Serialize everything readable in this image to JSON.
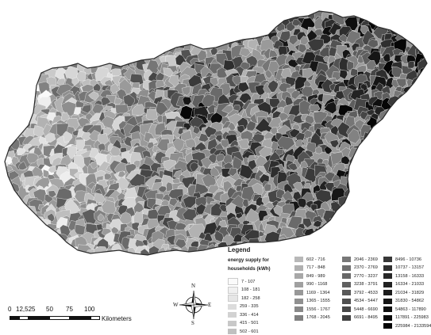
{
  "map": {
    "region": "Hungary",
    "palette": [
      "#fafafa",
      "#eeeeee",
      "#e2e2e2",
      "#d6d6d6",
      "#cacaca",
      "#bebebe",
      "#b2b2b2",
      "#a6a6a6",
      "#9a9a9a",
      "#8e8e8e",
      "#828282",
      "#767676",
      "#6a6a6a",
      "#5e5e5e",
      "#525252",
      "#464646",
      "#3a3a3a",
      "#2e2e2e",
      "#222222",
      "#161616",
      "#0e0e0e",
      "#060606"
    ],
    "outline_color": "#2a2a2a"
  },
  "legend": {
    "title": "Legend",
    "subtitle": "energy supply for households (kWh)",
    "classes": [
      {
        "label": "7 - 107",
        "color": "#fafafa"
      },
      {
        "label": "108 - 181",
        "color": "#f0f0f0"
      },
      {
        "label": "182 - 258",
        "color": "#e6e6e6"
      },
      {
        "label": "259 - 335",
        "color": "#dcdcdc"
      },
      {
        "label": "336 - 414",
        "color": "#d2d2d2"
      },
      {
        "label": "415 - 501",
        "color": "#c8c8c8"
      },
      {
        "label": "502 - 601",
        "color": "#c0c0c0"
      },
      {
        "label": "602 - 716",
        "color": "#b8b8b8"
      },
      {
        "label": "717 - 848",
        "color": "#b0b0b0"
      },
      {
        "label": "849 - 989",
        "color": "#a8a8a8"
      },
      {
        "label": "990 - 1168",
        "color": "#a0a0a0"
      },
      {
        "label": "1169 - 1364",
        "color": "#989898"
      },
      {
        "label": "1365 - 1555",
        "color": "#909090"
      },
      {
        "label": "1556 - 1767",
        "color": "#888888"
      },
      {
        "label": "1768 - 2045",
        "color": "#808080"
      },
      {
        "label": "2046 - 2369",
        "color": "#787878"
      },
      {
        "label": "2370 - 2769",
        "color": "#707070"
      },
      {
        "label": "2770 - 3237",
        "color": "#686868"
      },
      {
        "label": "3238 - 3791",
        "color": "#606060"
      },
      {
        "label": "3792 - 4533",
        "color": "#585858"
      },
      {
        "label": "4534 - 5447",
        "color": "#505050"
      },
      {
        "label": "5448 - 6690",
        "color": "#484848"
      },
      {
        "label": "6691 - 8495",
        "color": "#404040"
      },
      {
        "label": "8496 - 10736",
        "color": "#383838"
      },
      {
        "label": "10737 - 13157",
        "color": "#303030"
      },
      {
        "label": "13158 - 16333",
        "color": "#282828"
      },
      {
        "label": "16334 - 21033",
        "color": "#222222"
      },
      {
        "label": "21034 - 31829",
        "color": "#1c1c1c"
      },
      {
        "label": "31830 - 54862",
        "color": "#161616"
      },
      {
        "label": "54863 - 117890",
        "color": "#101010"
      },
      {
        "label": "117891 - 225983",
        "color": "#0a0a0a"
      },
      {
        "label": "225984 - 2133594",
        "color": "#050505"
      }
    ]
  },
  "scalebar": {
    "ticks": [
      "0",
      "12,525",
      "50",
      "75",
      "100"
    ],
    "unit": "Kilometers"
  },
  "compass": {
    "north": "N",
    "south": "S",
    "east": "E",
    "west": "W"
  }
}
